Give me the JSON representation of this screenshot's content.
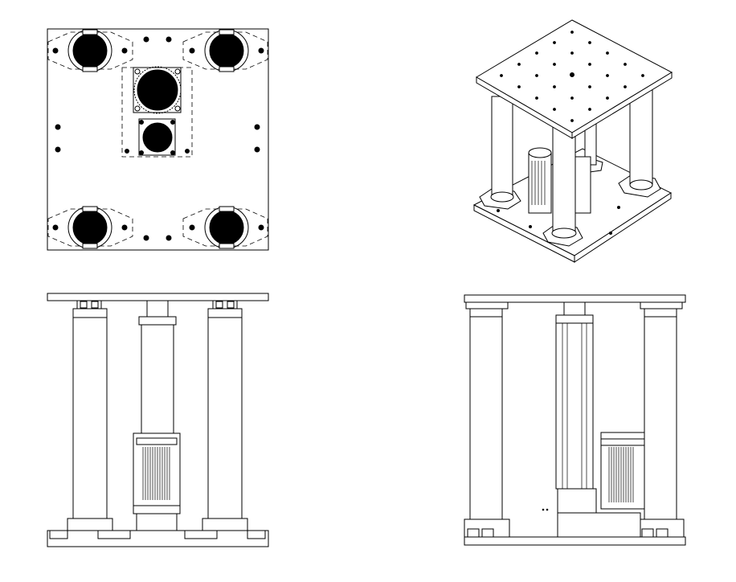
{
  "figure": {
    "views": [
      "top-view",
      "isometric-view",
      "front-elevation",
      "side-elevation"
    ]
  },
  "colors": {
    "line": "#000000",
    "background": "#ffffff"
  }
}
